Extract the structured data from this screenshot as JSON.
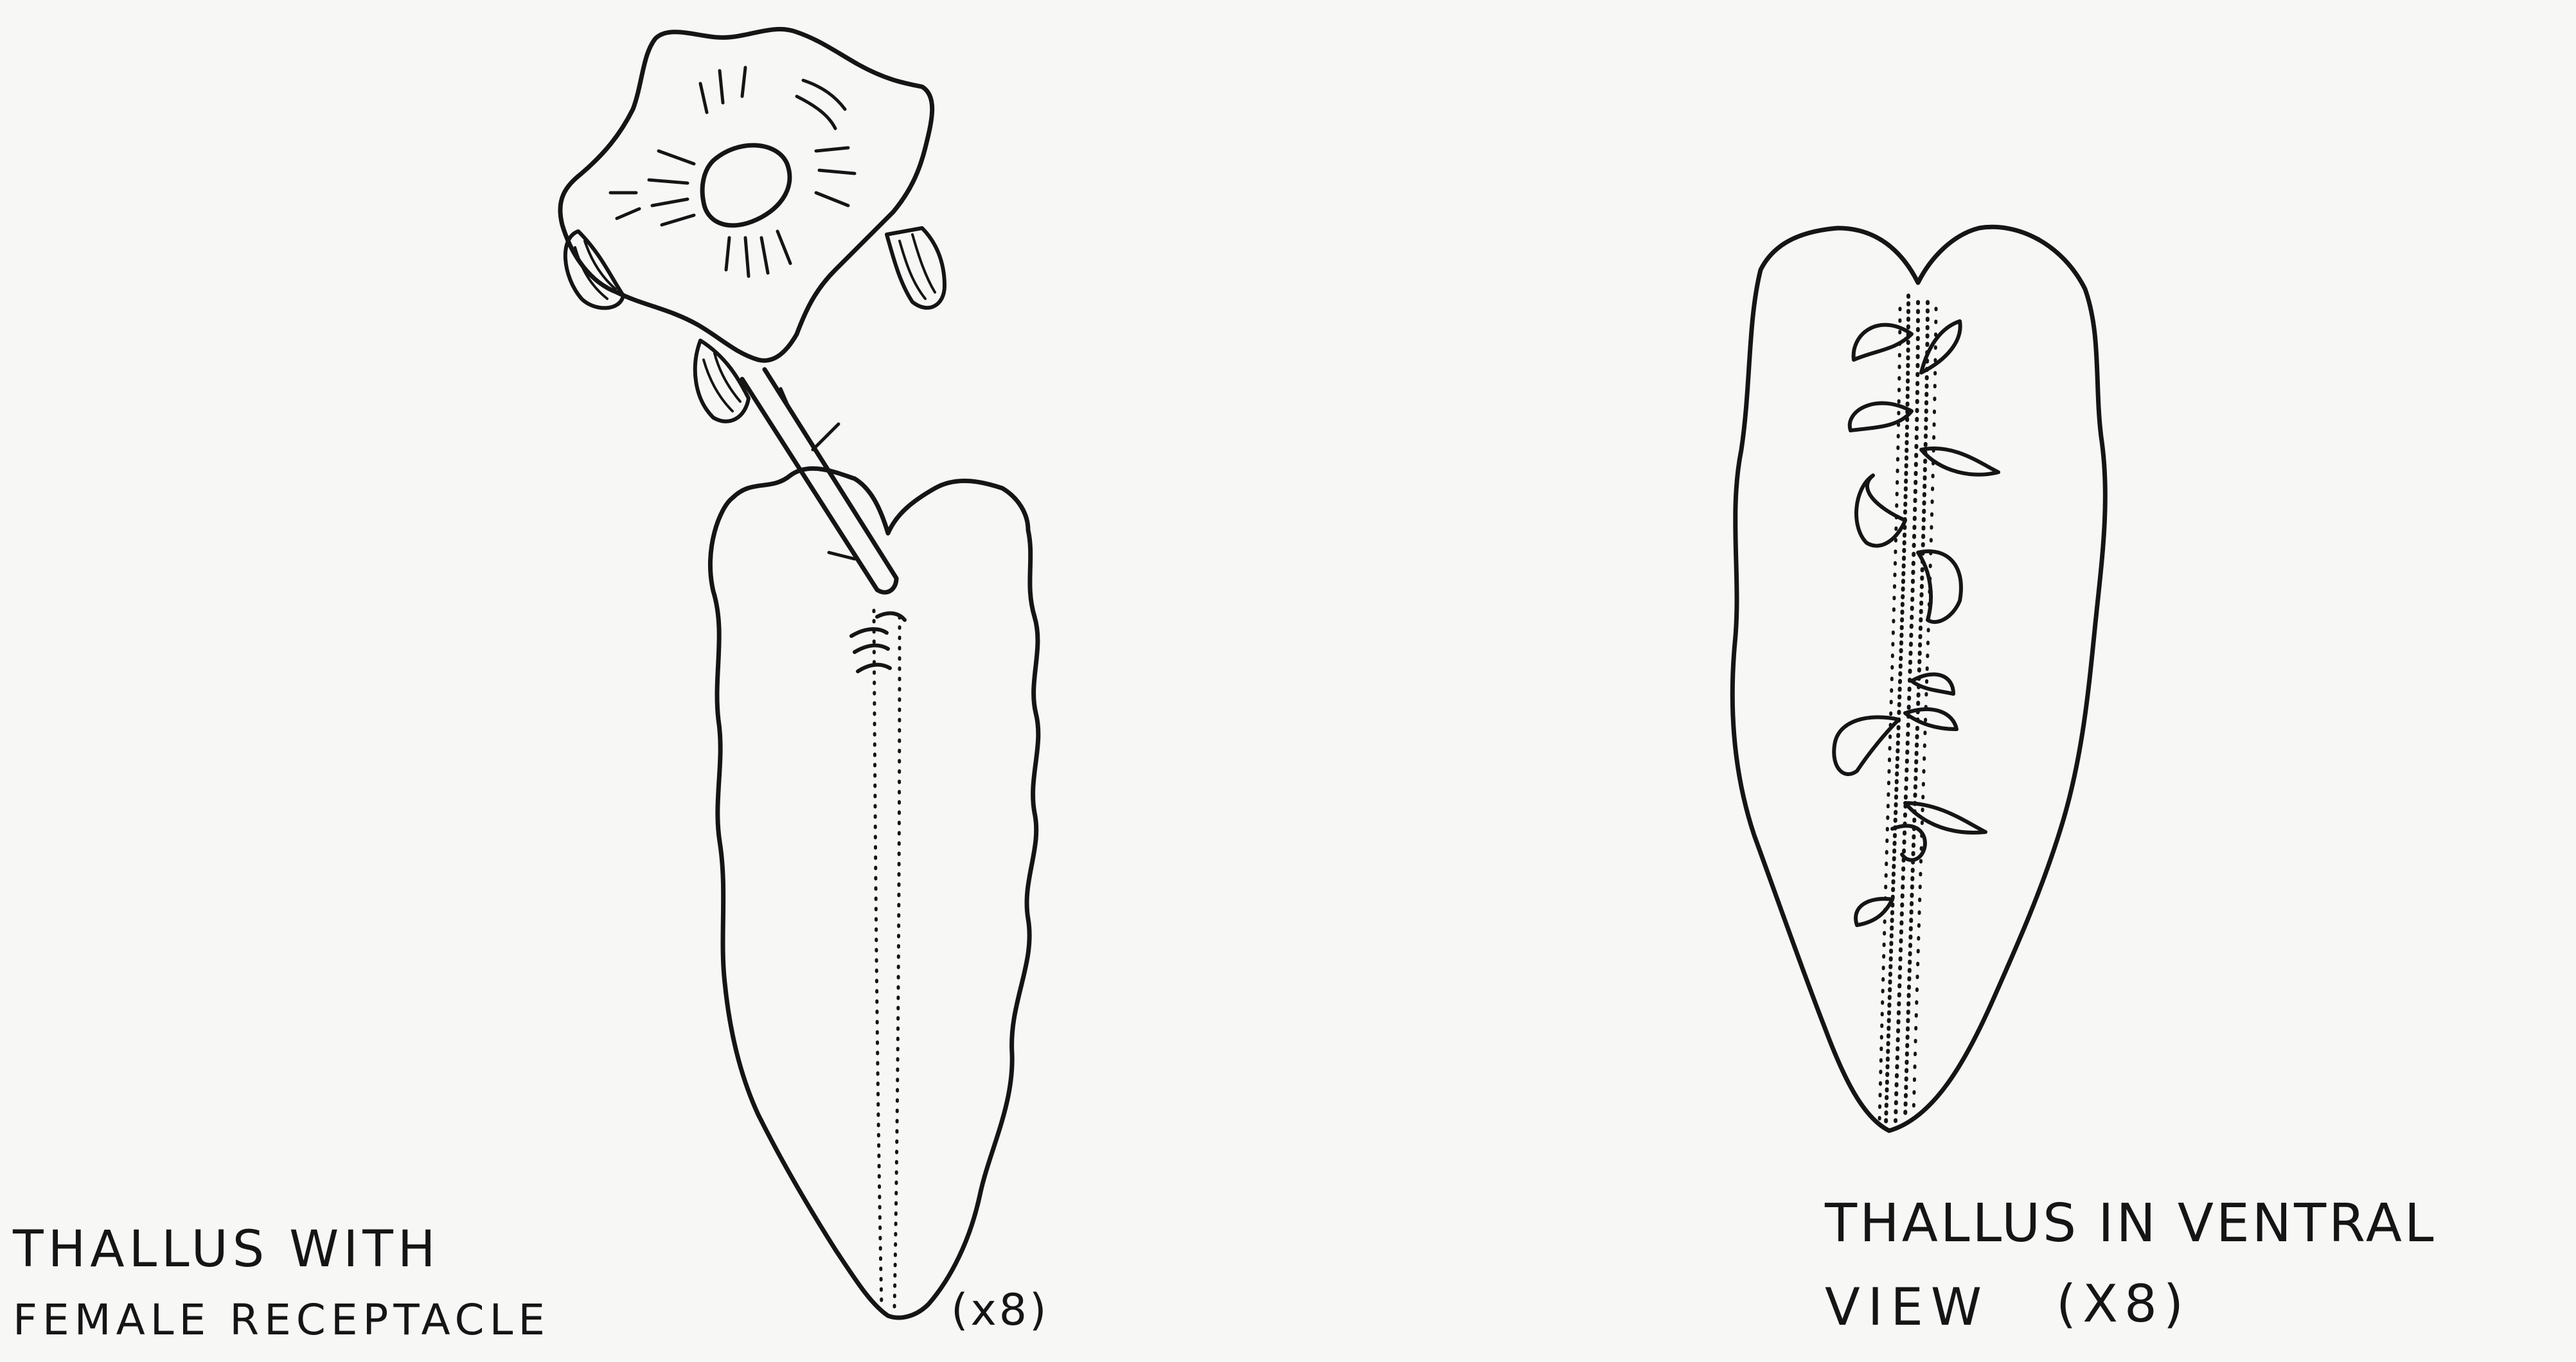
{
  "figure": {
    "left_drawing": {
      "caption_line1": "THALLUS WITH",
      "caption_line2": "FEMALE RECEPTACLE",
      "magnification": "(x8)"
    },
    "right_drawing": {
      "caption_line1": "THALLUS IN VENTRAL",
      "caption_line2": "VIEW",
      "magnification": "(X8)"
    },
    "ink_color": "#151515",
    "paper_color": "#f7f8f6"
  }
}
